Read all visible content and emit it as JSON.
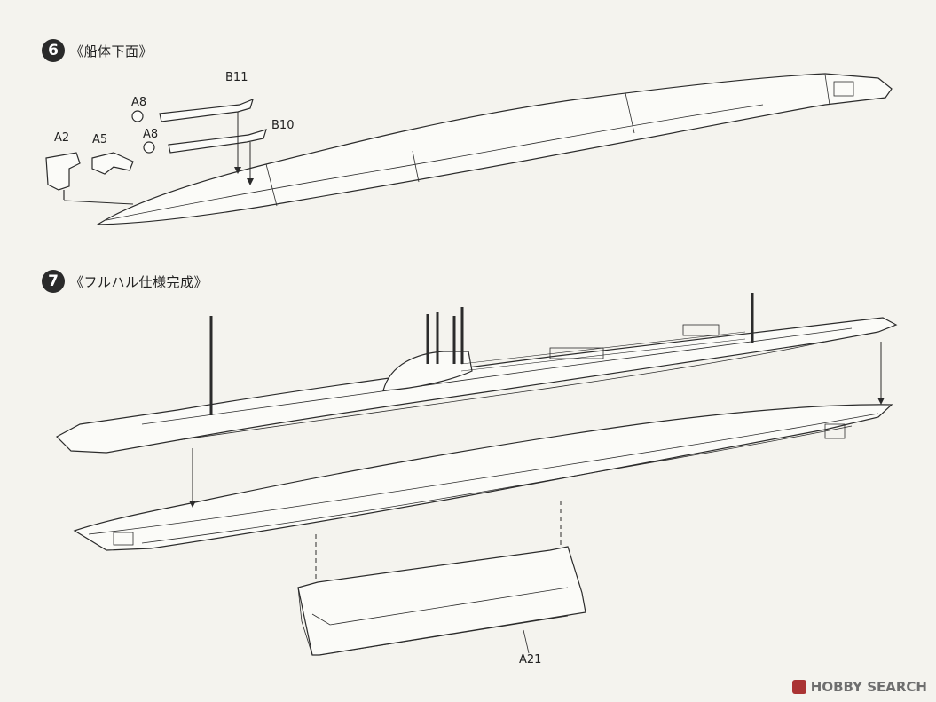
{
  "step6": {
    "number": "6",
    "title": "《船体下面》"
  },
  "step7": {
    "number": "7",
    "title": "《フルハル仕様完成》"
  },
  "parts": {
    "a2": "A2",
    "a5": "A5",
    "a8_top": "A8",
    "a8_bottom": "A8",
    "b11": "B11",
    "b10": "B10",
    "a21": "A21"
  },
  "watermark": {
    "brand": "HOBBY SEARCH"
  },
  "colors": {
    "paper": "#f4f3ee",
    "ink": "#2b2b2b",
    "hull": "#fbfbf8"
  }
}
